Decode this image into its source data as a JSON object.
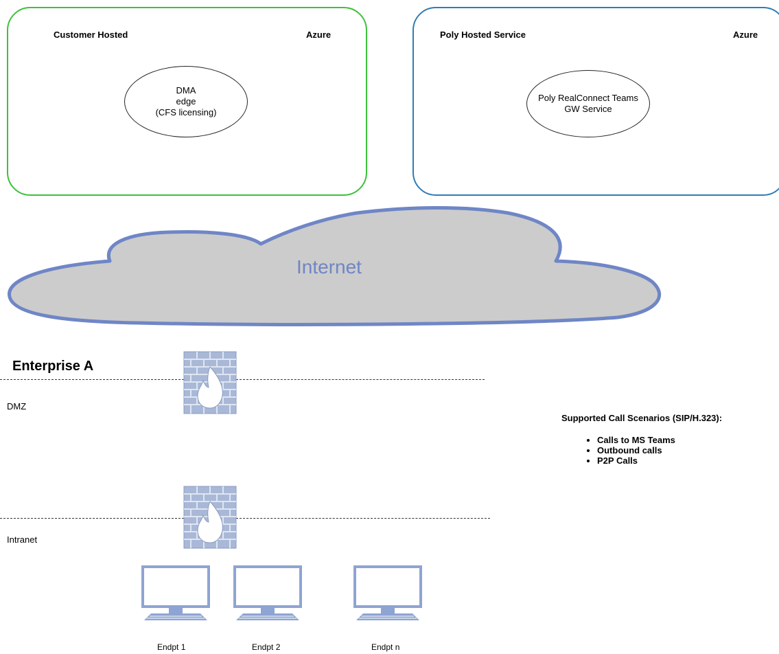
{
  "customer_box": {
    "title": "Customer Hosted",
    "cloud": "Azure",
    "node_lines": [
      "DMA",
      "edge",
      "(CFS licensing)"
    ]
  },
  "poly_box": {
    "title": "Poly Hosted Service",
    "cloud": "Azure",
    "node_lines": [
      "Poly RealConnect Teams",
      "GW Service"
    ]
  },
  "internet": {
    "label": "Internet"
  },
  "enterprise": {
    "title": "Enterprise A",
    "zones": [
      "DMZ",
      "Intranet"
    ]
  },
  "scenarios": {
    "title": "Supported Call Scenarios (SIP/H.323):",
    "items": [
      "Calls to MS Teams",
      "Outbound calls",
      "P2P Calls"
    ]
  },
  "endpoints": [
    "Endpt 1",
    "Endpt 2",
    "Endpt n"
  ],
  "colors": {
    "customer_border": "#3cc13c",
    "poly_border": "#2f7cb5",
    "cloud_fill": "#cccccc",
    "cloud_stroke": "#6f86c6",
    "firewall": "#a9b8d6",
    "monitor": "#8ea4d2"
  },
  "icons": [
    "firewall-icon",
    "desktop-computer-icon"
  ]
}
